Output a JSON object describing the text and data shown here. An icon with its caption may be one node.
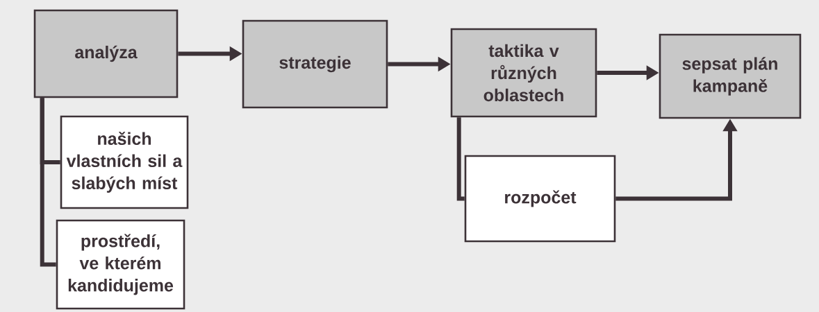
{
  "diagram": {
    "nodes": [
      {
        "text": [
          "analýza"
        ]
      },
      {
        "text": [
          "strategie"
        ]
      },
      {
        "text": [
          "taktika v různých oblastech"
        ]
      },
      {
        "text": [
          "sepsat plán kampaně"
        ]
      },
      {
        "text": [
          "našich vlastních sil a slabých míst"
        ]
      },
      {
        "text": [
          "prostředí, ve kterém kandidujeme"
        ]
      },
      {
        "text": [
          "rozpočet"
        ]
      }
    ],
    "edges": [
      {
        "from": 0,
        "to": 1,
        "arrow": "to"
      },
      {
        "from": 1,
        "to": 2,
        "arrow": "to"
      },
      {
        "from": 2,
        "to": 3,
        "arrow": "to"
      },
      {
        "from": 0,
        "to": 4,
        "arrow": "none"
      },
      {
        "from": 0,
        "to": 5,
        "arrow": "none"
      },
      {
        "from": 2,
        "to": 6,
        "arrow": "none"
      },
      {
        "from": 6,
        "to": 3,
        "arrow": "to"
      }
    ]
  }
}
